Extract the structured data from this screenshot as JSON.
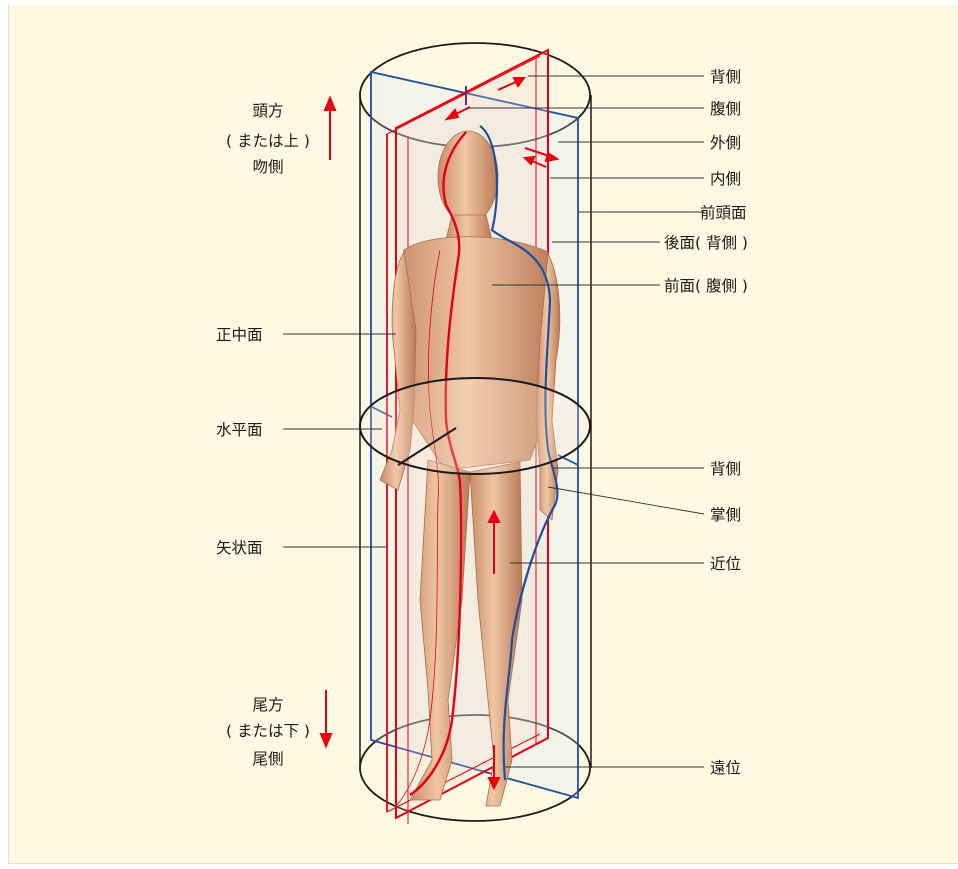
{
  "labels": {
    "right": [
      "背側",
      "腹側",
      "外側",
      "内側",
      "前頭面",
      "後面( 背側 )",
      "前面( 腹側 )",
      "背側",
      "掌側",
      "近位",
      "遠位"
    ],
    "left": [
      "正中面",
      "水平面",
      "矢状面"
    ],
    "cranial": [
      "頭方",
      "( または上 )",
      "吻側"
    ],
    "caudal": [
      "尾方",
      "( または下 )",
      "尾側"
    ]
  },
  "colors": {
    "background": "#fdf9e3",
    "plane_red": "#e60012",
    "plane_blue": "#1d4fa3",
    "skin": "#e3b592",
    "leader_line": "#333333"
  }
}
